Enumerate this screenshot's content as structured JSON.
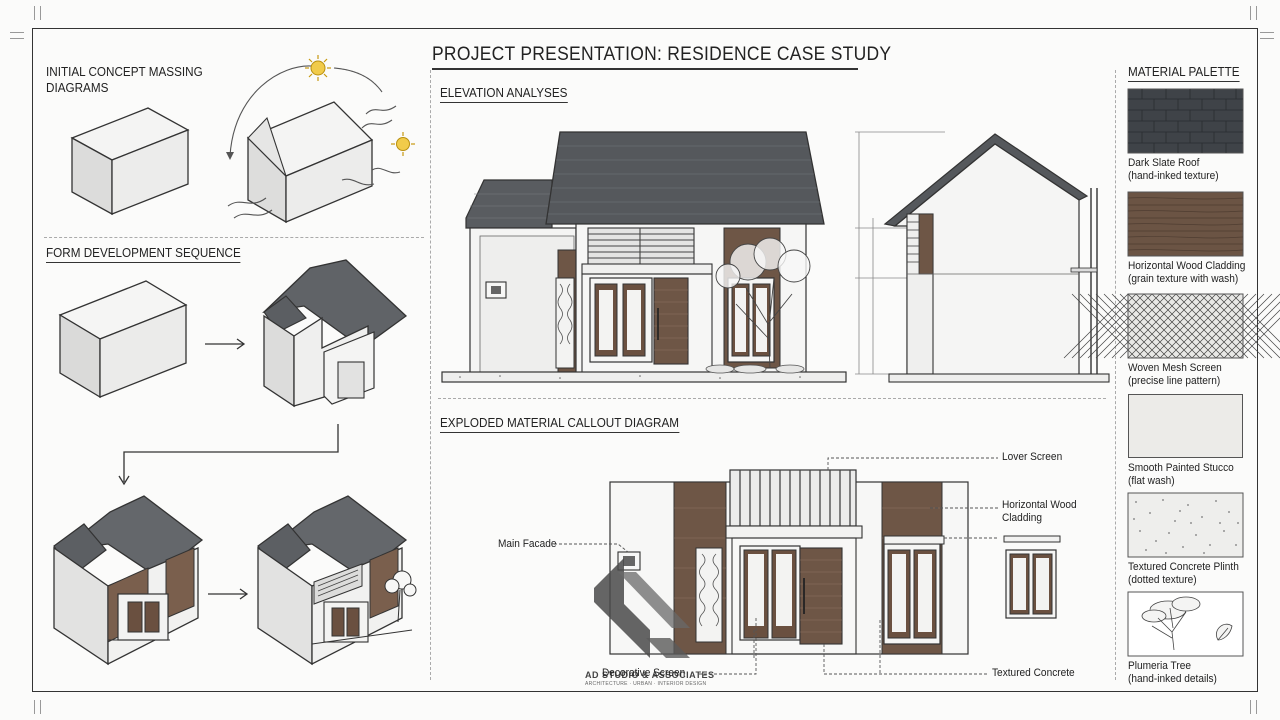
{
  "title": "PROJECT PRESENTATION: RESIDENCE CASE STUDY",
  "sections": {
    "initial_massing": "INITIAL CONCEPT MASSING\nDIAGRAMS",
    "form_development": "FORM DEVELOPMENT SEQUENCE",
    "elevation": "ELEVATION ANALYSES",
    "exploded": "EXPLODED MATERIAL CALLOUT DIAGRAM",
    "palette": "MATERIAL PALETTE"
  },
  "materials": [
    {
      "name": "Dark Slate Roof",
      "note": "(hand-inked texture)",
      "color": "#3f4348"
    },
    {
      "name": "Horizontal Wood Cladding",
      "note": "(grain texture with wash)",
      "color": "#6b5444"
    },
    {
      "name": "Woven Mesh Screen",
      "note": "(precise line pattern)",
      "color": "#e8e8e6"
    },
    {
      "name": "Smooth Painted Stucco",
      "note": "(flat wash)",
      "color": "#ecebe8"
    },
    {
      "name": "Textured Concrete Plinth",
      "note": "(dotted texture)",
      "color": "#eeeeec"
    },
    {
      "name": "Plumeria Tree",
      "note": "(hand-inked details)",
      "color": "#ffffff"
    }
  ],
  "callouts": {
    "lover_screen": "Lover Screen",
    "wood_cladding": "Horizontal Wood\nCladding",
    "main_facade": "Main Facade",
    "decorative_screen": "Decorative Screen",
    "textured_concrete": "Textured Concrete"
  },
  "logo": {
    "name": "AD STUDIO & ASSOCIATES",
    "tagline": "ARCHITECTURE · URBAN · INTERIOR DESIGN"
  },
  "colors": {
    "roof": "#55585c",
    "wood": "#6e5646",
    "line": "#333333"
  }
}
